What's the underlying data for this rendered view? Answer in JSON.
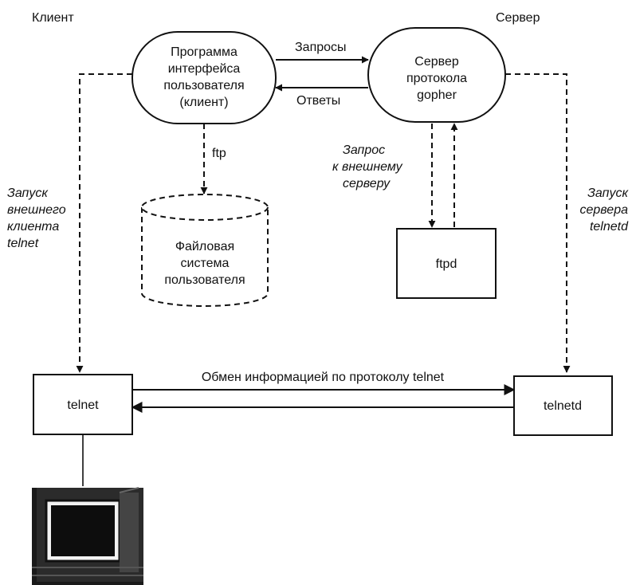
{
  "side_labels": {
    "client": "Клиент",
    "server": "Сервер"
  },
  "nodes": {
    "client_program": [
      "Программа",
      "интерфейса",
      "пользователя",
      "(клиент)"
    ],
    "gopher_server": [
      "Сервер",
      "протокола",
      "gopher"
    ],
    "user_filesystem": [
      "Файловая",
      "система",
      "пользователя"
    ],
    "ftpd": "ftpd",
    "telnet": "telnet",
    "telnetd": "telnetd"
  },
  "edges": {
    "requests": "Запросы",
    "responses": "Ответы",
    "ftp": "ftp",
    "external_request": [
      "Запрос",
      "к внешнему",
      "серверу"
    ],
    "launch_client": [
      "Запуск",
      "внешнего",
      "клиента",
      "telnet"
    ],
    "launch_server": [
      "Запуск",
      "сервера",
      "telnetd"
    ],
    "telnet_exchange": "Обмен информацией по протоколу telnet"
  },
  "colors": {
    "stroke": "#111111",
    "background": "#ffffff"
  },
  "icons": {
    "terminal": "computer-monitor-icon"
  }
}
